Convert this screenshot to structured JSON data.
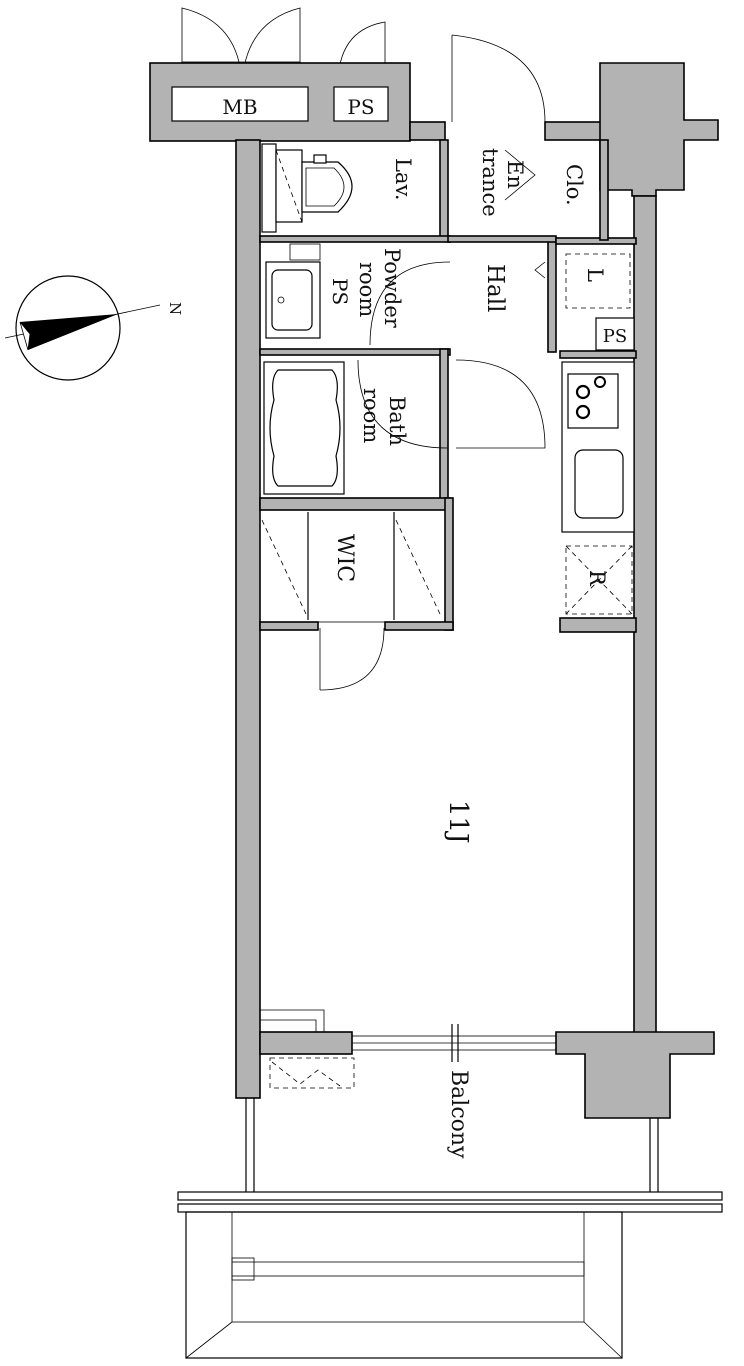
{
  "plan": {
    "labels": {
      "mb": "MB",
      "ps_top": "PS",
      "lav": "Lav.",
      "entrance_1": "En",
      "entrance_2": "trance",
      "clo": "Clo.",
      "powder_1": "Powder",
      "powder_2": "room",
      "ps_powder": "PS",
      "hall": "Hall",
      "l_closet": "L",
      "ps_kitchen": "PS",
      "bath_1": "Bath",
      "bath_2": "room",
      "wic": "WIC",
      "main_room": "11J",
      "balcony": "Balcony",
      "refrigerator": "R",
      "compass_north": "N"
    }
  }
}
